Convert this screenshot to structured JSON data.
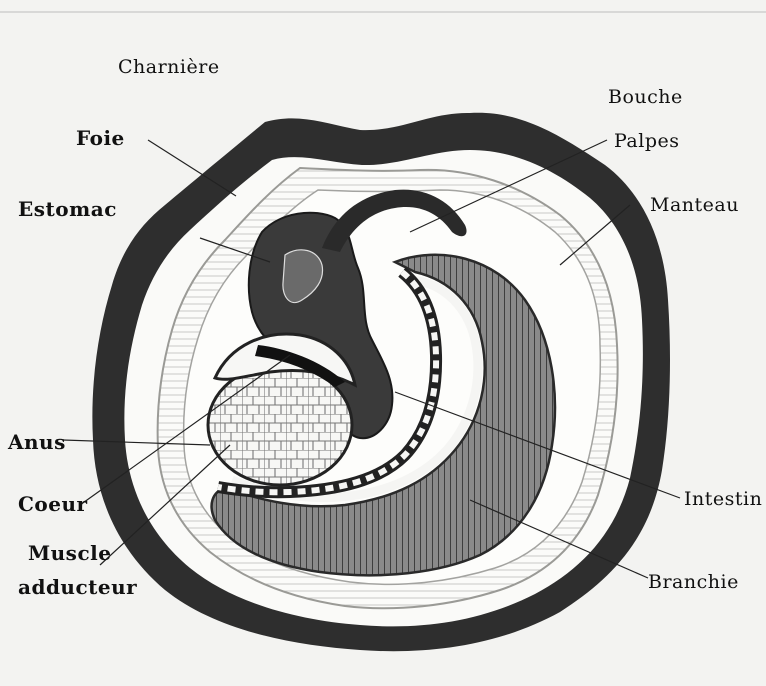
{
  "figure": {
    "labels": {
      "charniere": "Charnière",
      "foie": "Foie",
      "estomac": "Estomac",
      "bouche": "Bouche",
      "palpes": "Palpes",
      "manteau": "Manteau",
      "anus": "Anus",
      "coeur": "Coeur",
      "muscle_line1": "Muscle",
      "muscle_line2": "adducteur",
      "intestin": "Intestin",
      "branchie": "Branchie"
    },
    "colors": {
      "background": "#f3f3f1",
      "shell": "#3a3a3a",
      "ink": "#111111",
      "gill": "#6e6e6e",
      "mantle_fill": "#fafaf8"
    }
  }
}
